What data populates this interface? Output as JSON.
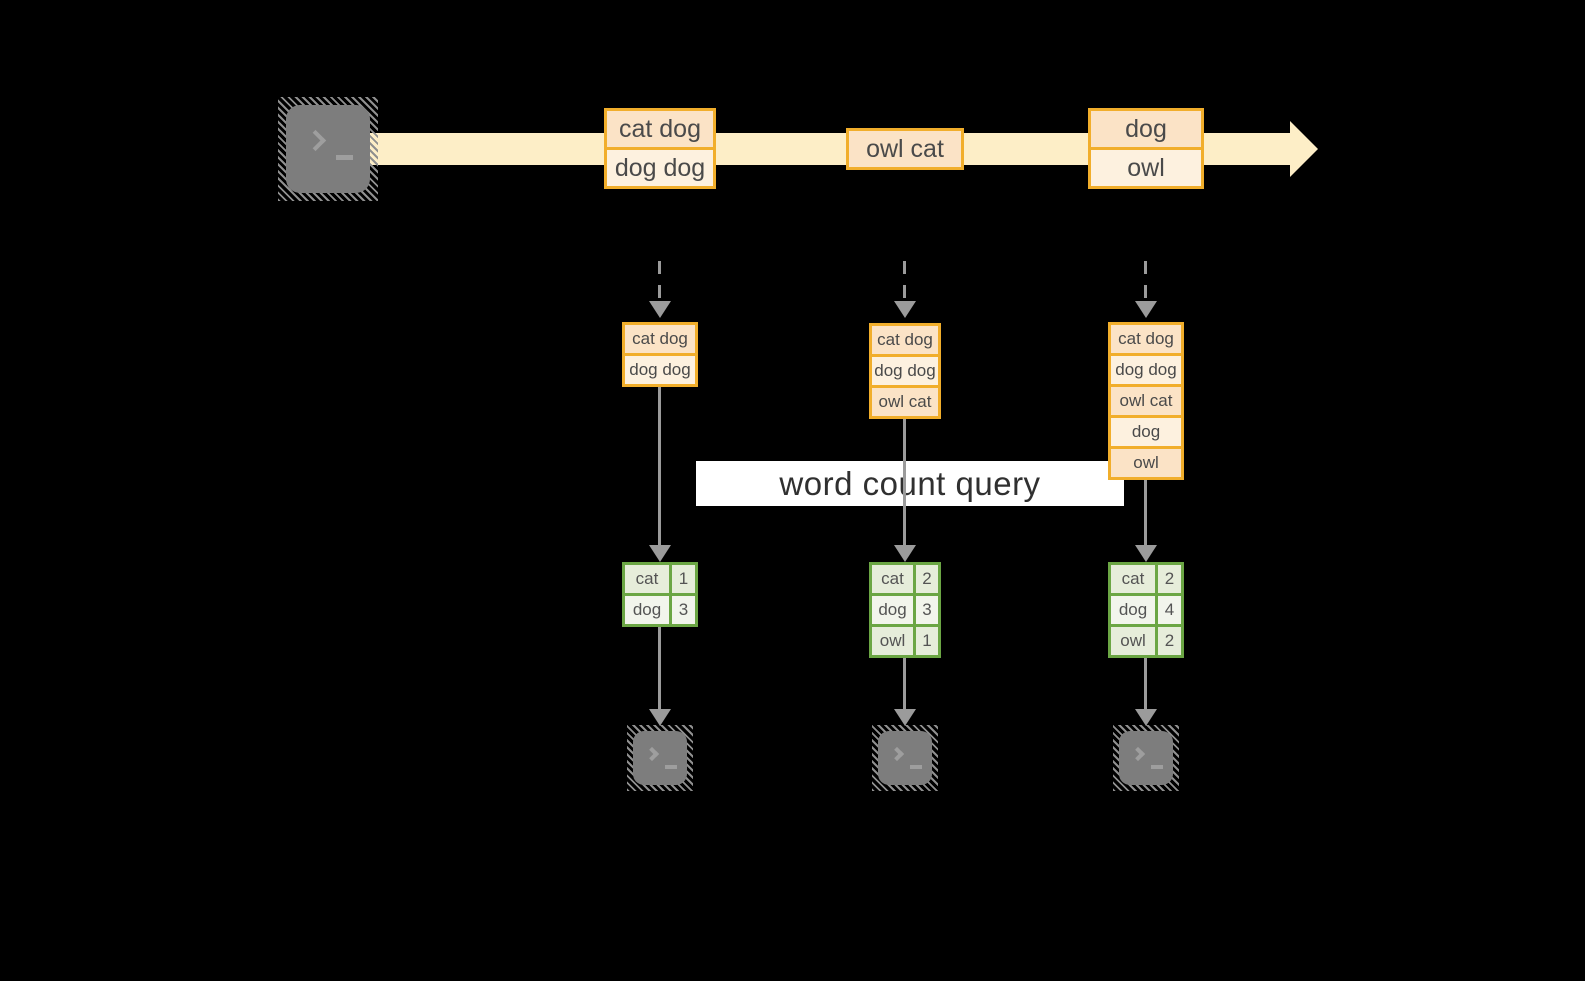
{
  "query_label": "word count query",
  "icons": {
    "source": "terminal-icon",
    "stream_arrow": "arrow-right-icon",
    "flow_arrow": "arrow-down-icon",
    "sinks": [
      "terminal-icon",
      "terminal-icon",
      "terminal-icon"
    ]
  },
  "stream_records": [
    {
      "rows": [
        "cat dog",
        "dog dog"
      ]
    },
    {
      "rows": [
        "owl cat"
      ]
    },
    {
      "rows": [
        "dog",
        "owl"
      ]
    }
  ],
  "buffers": [
    {
      "rows": [
        "cat dog",
        "dog dog"
      ]
    },
    {
      "rows": [
        "cat dog",
        "dog dog",
        "owl cat"
      ]
    },
    {
      "rows": [
        "cat dog",
        "dog dog",
        "owl cat",
        "dog",
        "owl"
      ]
    }
  ],
  "count_tables": [
    {
      "rows": [
        {
          "word": "cat",
          "count": "1"
        },
        {
          "word": "dog",
          "count": "3"
        }
      ]
    },
    {
      "rows": [
        {
          "word": "cat",
          "count": "2"
        },
        {
          "word": "dog",
          "count": "3"
        },
        {
          "word": "owl",
          "count": "1"
        }
      ]
    },
    {
      "rows": [
        {
          "word": "cat",
          "count": "2"
        },
        {
          "word": "dog",
          "count": "4"
        },
        {
          "word": "owl",
          "count": "2"
        }
      ]
    }
  ],
  "colors": {
    "background": "#000000",
    "stream_band": "#fdeec7",
    "orange_border": "#f1ae2b",
    "peach_fill": "#fbe3c6",
    "cream_fill": "#fdf1df",
    "green_border": "#6ba644",
    "green_fill_dark": "#e6edda",
    "green_fill_light": "#f2f5ec",
    "arrow_gray": "#9b9b9b",
    "terminal_gray": "#7d7d7d",
    "query_band_bg": "#ffffff"
  }
}
